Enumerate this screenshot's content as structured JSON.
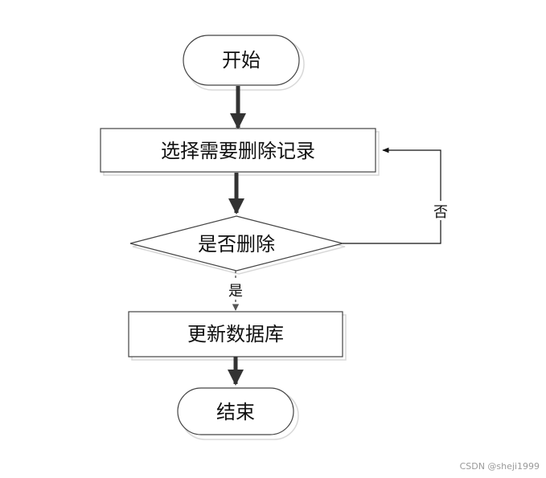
{
  "nodes": {
    "start": {
      "label": "开始"
    },
    "select_record": {
      "label": "选择需要删除记录"
    },
    "decision": {
      "label": "是否删除"
    },
    "update_db": {
      "label": "更新数据库"
    },
    "end": {
      "label": "结束"
    }
  },
  "edges": {
    "yes_label": "是",
    "no_label": "否"
  },
  "watermark": "CSDN @sheji1999",
  "colors": {
    "stroke": "#444444",
    "shadow": "#d8d8d8",
    "arrow": "#333333",
    "text": "#111111"
  }
}
